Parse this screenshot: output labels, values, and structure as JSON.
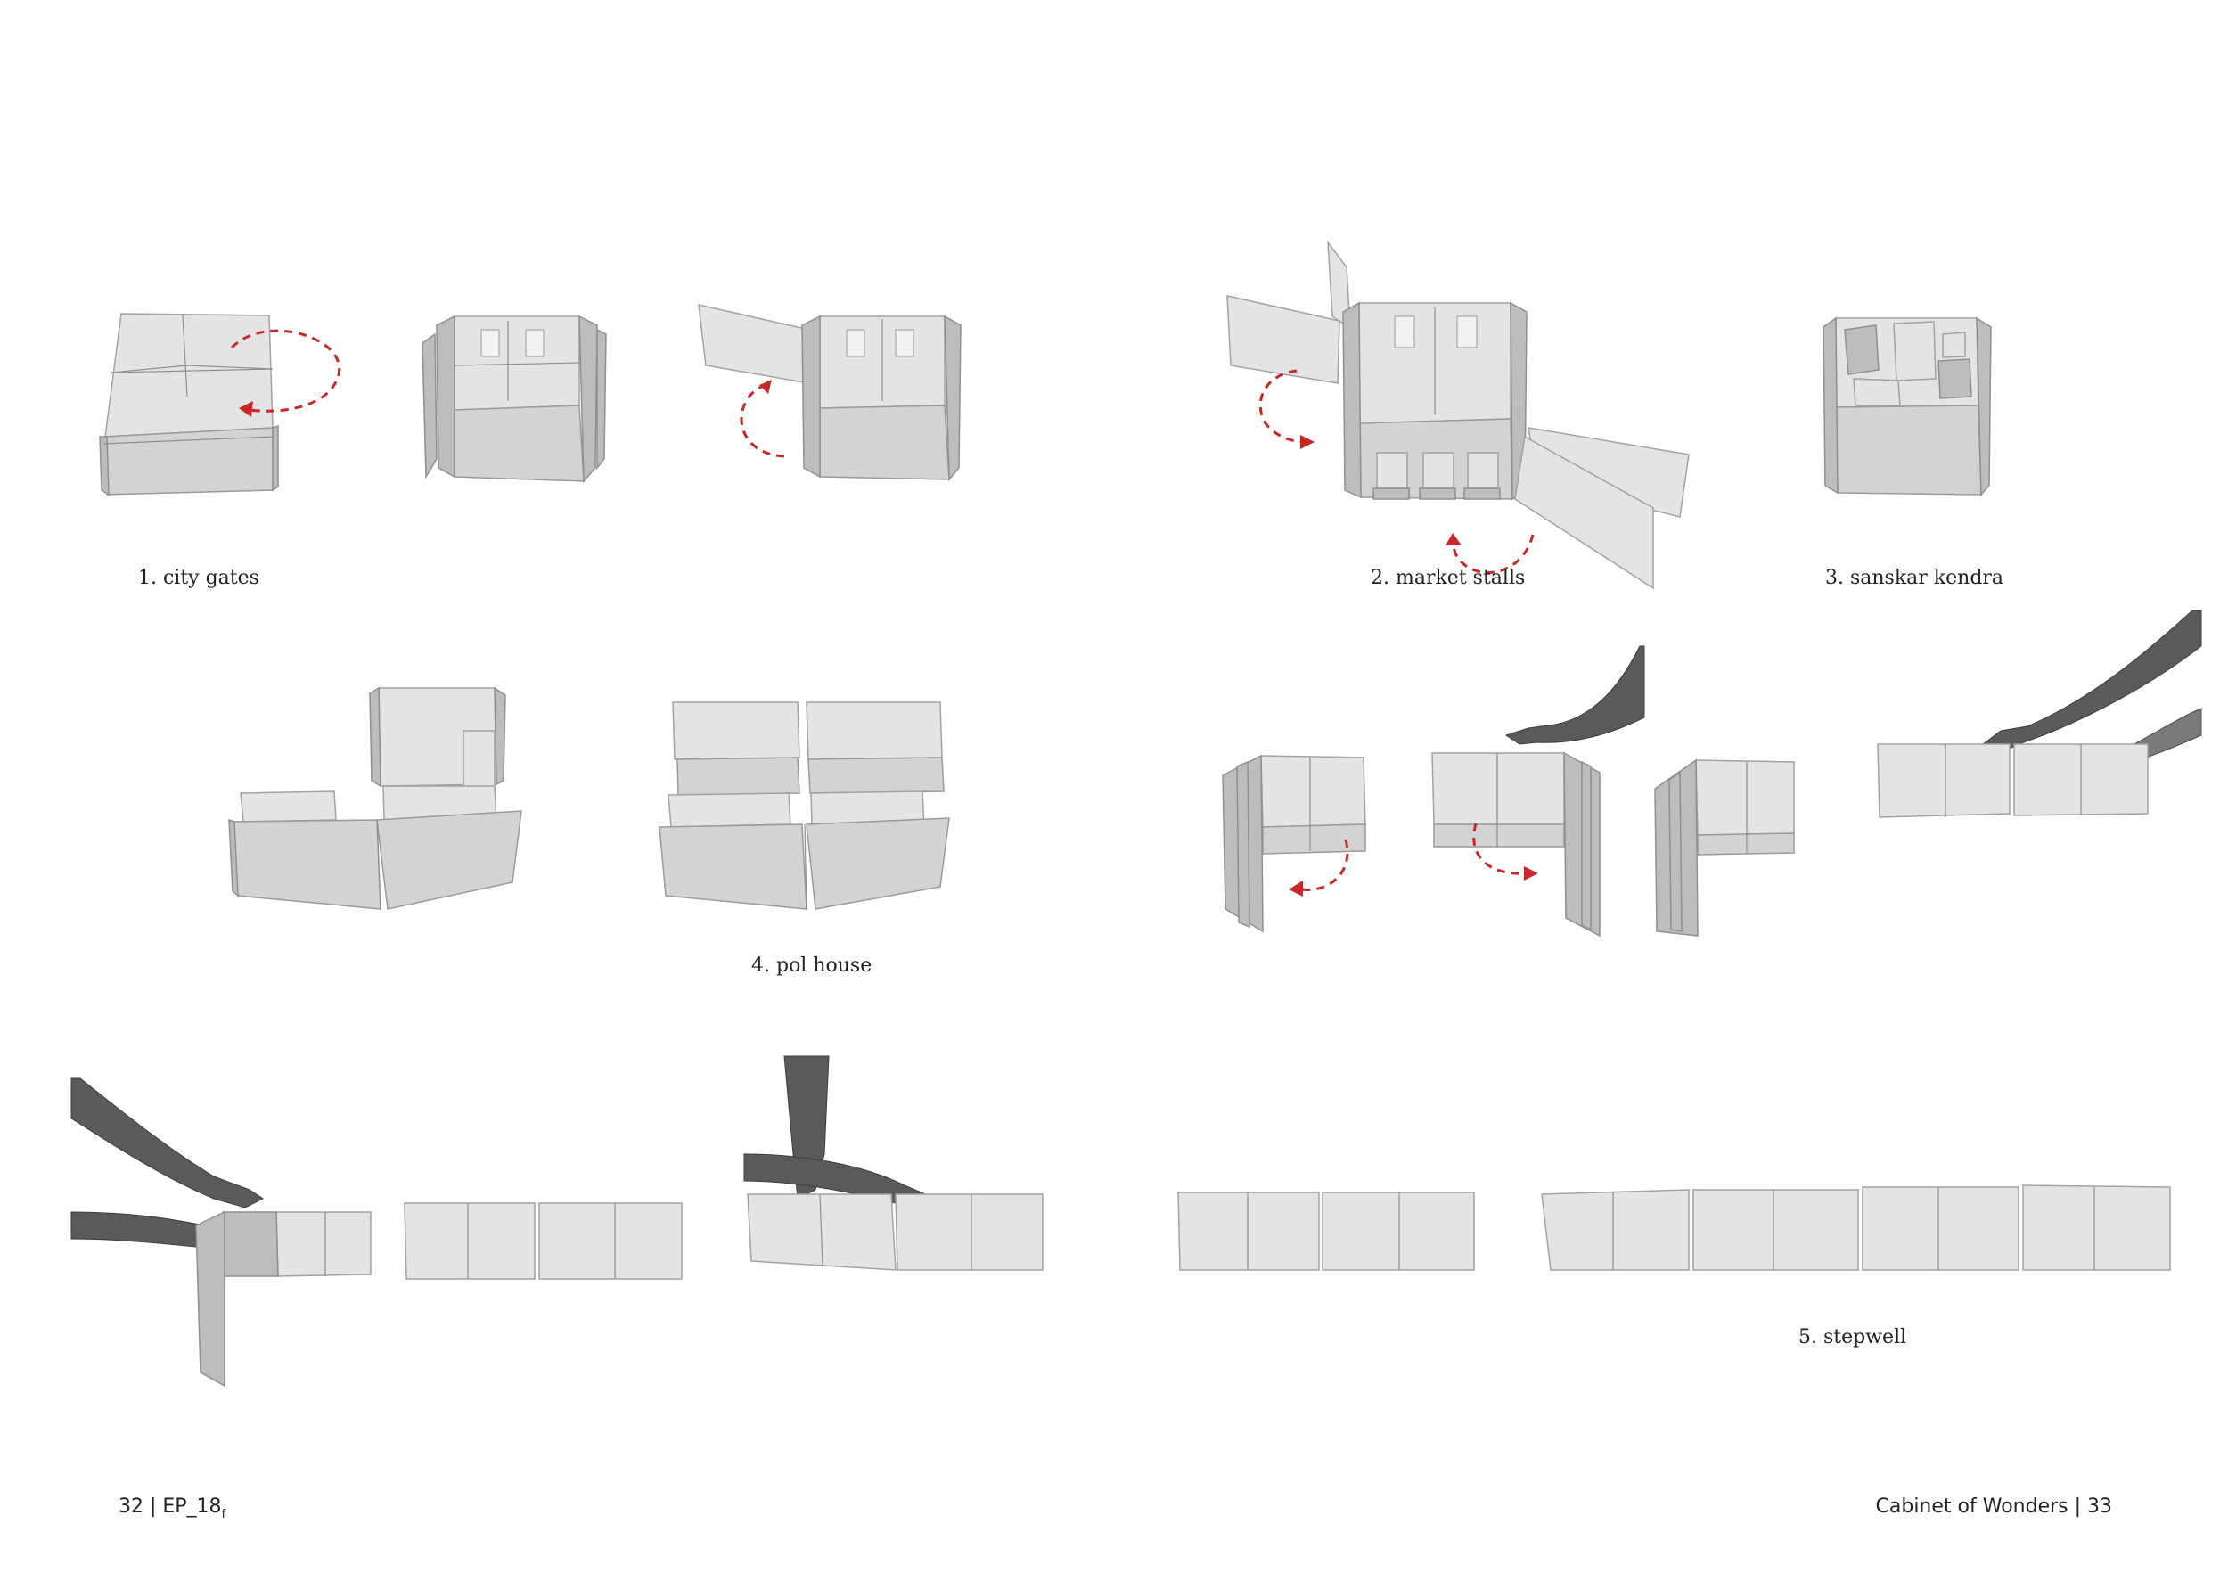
{
  "captions": {
    "city_gates": "1. city gates",
    "market_stalls": "2. market stalls",
    "sanskar_kendra": "3. sanskar kendra",
    "pol_house": "4. pol house",
    "stepwell": "5. stepwell"
  },
  "footer": {
    "left_main": "32 | EP_18",
    "left_sub": "f",
    "right": "Cabinet of Wonders | 33"
  },
  "colors": {
    "arrow": "#c8282a",
    "model": "#d3d3d3",
    "text": "#222222"
  },
  "icons": {
    "rotation_arrow": "dashed-curved-arrow-icon"
  }
}
